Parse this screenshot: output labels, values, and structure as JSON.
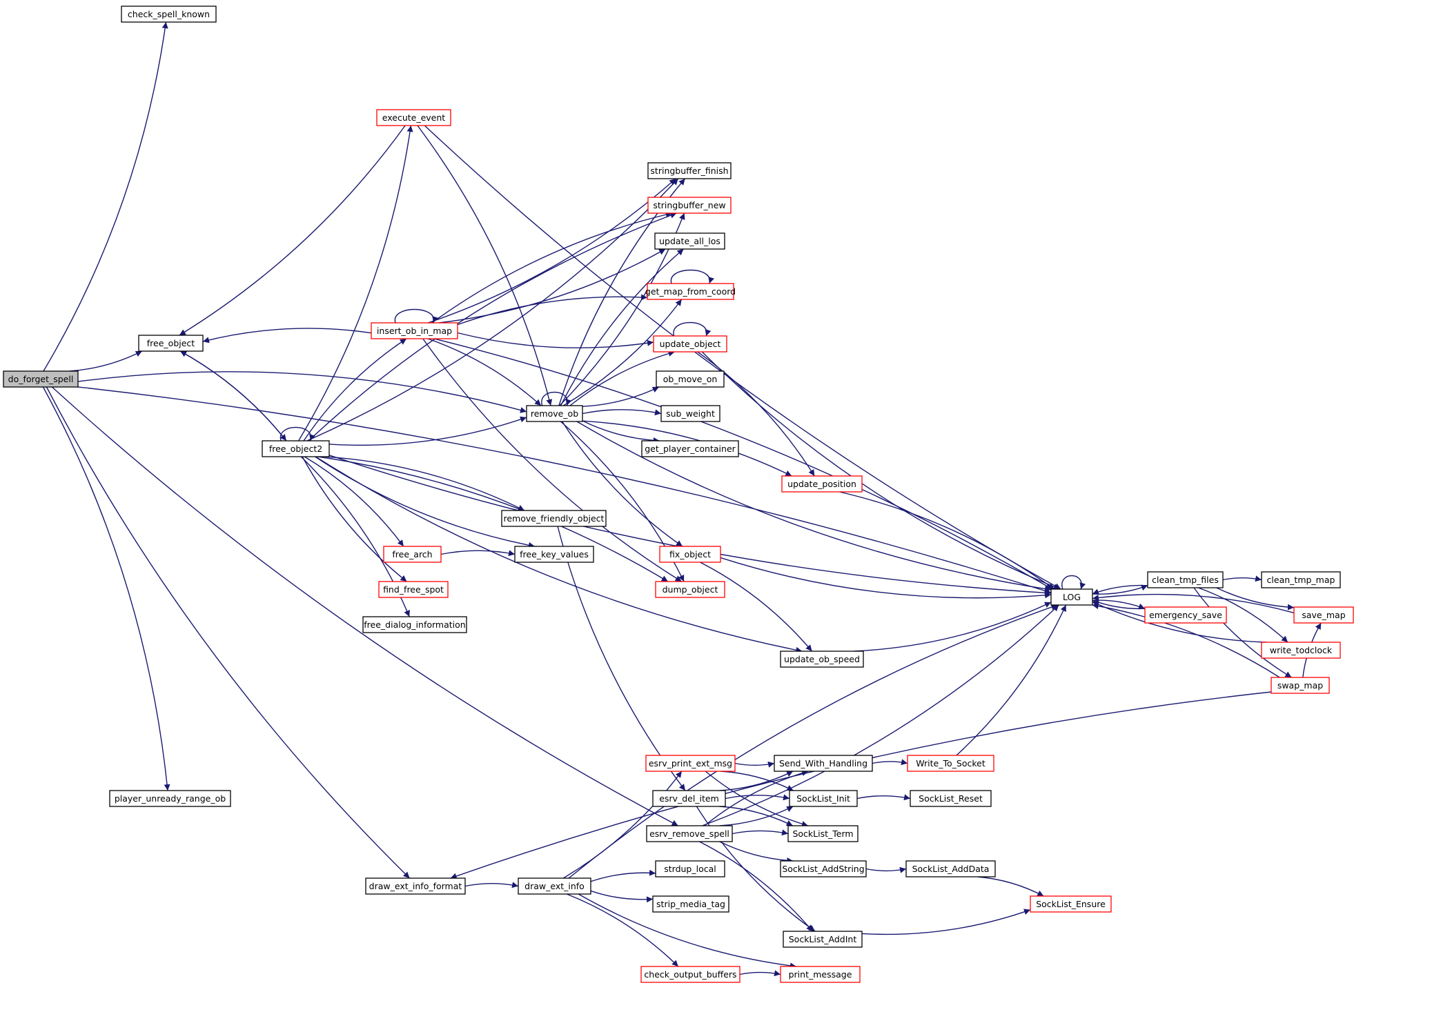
{
  "colors": {
    "edge": "#191970",
    "node_border": "#000000",
    "node_border_truncated": "#ff0000",
    "root_fill": "#bfbfbf",
    "node_fill": "#ffffff"
  },
  "nodes": {
    "do_forget_spell": {
      "label": "do_forget_spell",
      "root": true
    },
    "check_spell_known": {
      "label": "check_spell_known"
    },
    "free_object": {
      "label": "free_object"
    },
    "free_object2": {
      "label": "free_object2"
    },
    "execute_event": {
      "label": "execute_event",
      "truncated": true
    },
    "insert_ob_in_map": {
      "label": "insert_ob_in_map",
      "truncated": true
    },
    "remove_ob": {
      "label": "remove_ob"
    },
    "stringbuffer_finish": {
      "label": "stringbuffer_finish"
    },
    "stringbuffer_new": {
      "label": "stringbuffer_new",
      "truncated": true
    },
    "update_all_los": {
      "label": "update_all_los"
    },
    "get_map_from_coord": {
      "label": "get_map_from_coord",
      "truncated": true
    },
    "update_object": {
      "label": "update_object",
      "truncated": true
    },
    "ob_move_on": {
      "label": "ob_move_on"
    },
    "sub_weight": {
      "label": "sub_weight"
    },
    "get_player_container": {
      "label": "get_player_container"
    },
    "update_position": {
      "label": "update_position",
      "truncated": true
    },
    "remove_friendly_object": {
      "label": "remove_friendly_object"
    },
    "free_arch": {
      "label": "free_arch",
      "truncated": true
    },
    "free_key_values": {
      "label": "free_key_values"
    },
    "fix_object": {
      "label": "fix_object",
      "truncated": true
    },
    "find_free_spot": {
      "label": "find_free_spot",
      "truncated": true
    },
    "dump_object": {
      "label": "dump_object",
      "truncated": true
    },
    "free_dialog_information": {
      "label": "free_dialog_information"
    },
    "update_ob_speed": {
      "label": "update_ob_speed"
    },
    "LOG": {
      "label": "LOG"
    },
    "clean_tmp_files": {
      "label": "clean_tmp_files"
    },
    "clean_tmp_map": {
      "label": "clean_tmp_map"
    },
    "emergency_save": {
      "label": "emergency_save",
      "truncated": true
    },
    "save_map": {
      "label": "save_map",
      "truncated": true
    },
    "write_todclock": {
      "label": "write_todclock",
      "truncated": true
    },
    "swap_map": {
      "label": "swap_map",
      "truncated": true
    },
    "player_unready_range_ob": {
      "label": "player_unready_range_ob"
    },
    "esrv_print_ext_msg": {
      "label": "esrv_print_ext_msg",
      "truncated": true
    },
    "Send_With_Handling": {
      "label": "Send_With_Handling"
    },
    "Write_To_Socket": {
      "label": "Write_To_Socket",
      "truncated": true
    },
    "esrv_del_item": {
      "label": "esrv_del_item"
    },
    "SockList_Init": {
      "label": "SockList_Init"
    },
    "SockList_Reset": {
      "label": "SockList_Reset"
    },
    "esrv_remove_spell": {
      "label": "esrv_remove_spell"
    },
    "SockList_Term": {
      "label": "SockList_Term"
    },
    "SockList_AddString": {
      "label": "SockList_AddString"
    },
    "SockList_AddData": {
      "label": "SockList_AddData"
    },
    "draw_ext_info_format": {
      "label": "draw_ext_info_format"
    },
    "draw_ext_info": {
      "label": "draw_ext_info"
    },
    "strdup_local": {
      "label": "strdup_local"
    },
    "SockList_Ensure": {
      "label": "SockList_Ensure",
      "truncated": true
    },
    "strip_media_tag": {
      "label": "strip_media_tag"
    },
    "SockList_AddInt": {
      "label": "SockList_AddInt"
    },
    "check_output_buffers": {
      "label": "check_output_buffers",
      "truncated": true
    },
    "print_message": {
      "label": "print_message",
      "truncated": true
    }
  },
  "edges": [
    [
      "do_forget_spell",
      "check_spell_known"
    ],
    [
      "do_forget_spell",
      "LOG"
    ],
    [
      "do_forget_spell",
      "free_object"
    ],
    [
      "do_forget_spell",
      "remove_ob"
    ],
    [
      "do_forget_spell",
      "esrv_remove_spell"
    ],
    [
      "do_forget_spell",
      "player_unready_range_ob"
    ],
    [
      "do_forget_spell",
      "draw_ext_info_format"
    ],
    [
      "free_object",
      "free_object2"
    ],
    [
      "free_object2",
      "free_object"
    ],
    [
      "free_object2",
      "free_object2"
    ],
    [
      "free_object2",
      "execute_event"
    ],
    [
      "free_object2",
      "insert_ob_in_map"
    ],
    [
      "free_object2",
      "stringbuffer_finish"
    ],
    [
      "free_object2",
      "stringbuffer_new"
    ],
    [
      "free_object2",
      "remove_ob"
    ],
    [
      "free_object2",
      "remove_friendly_object"
    ],
    [
      "free_object2",
      "free_key_values"
    ],
    [
      "free_object2",
      "free_arch"
    ],
    [
      "free_object2",
      "find_free_spot"
    ],
    [
      "free_object2",
      "free_dialog_information"
    ],
    [
      "free_object2",
      "update_ob_speed"
    ],
    [
      "free_object2",
      "dump_object"
    ],
    [
      "free_object2",
      "LOG"
    ],
    [
      "execute_event",
      "free_object"
    ],
    [
      "execute_event",
      "LOG"
    ],
    [
      "execute_event",
      "remove_ob"
    ],
    [
      "insert_ob_in_map",
      "free_object"
    ],
    [
      "insert_ob_in_map",
      "insert_ob_in_map"
    ],
    [
      "insert_ob_in_map",
      "stringbuffer_finish"
    ],
    [
      "insert_ob_in_map",
      "stringbuffer_new"
    ],
    [
      "insert_ob_in_map",
      "update_all_los"
    ],
    [
      "insert_ob_in_map",
      "get_map_from_coord"
    ],
    [
      "insert_ob_in_map",
      "update_object"
    ],
    [
      "insert_ob_in_map",
      "remove_ob"
    ],
    [
      "insert_ob_in_map",
      "dump_object"
    ],
    [
      "insert_ob_in_map",
      "LOG"
    ],
    [
      "remove_ob",
      "remove_ob"
    ],
    [
      "remove_ob",
      "stringbuffer_finish"
    ],
    [
      "remove_ob",
      "stringbuffer_new"
    ],
    [
      "remove_ob",
      "update_all_los"
    ],
    [
      "remove_ob",
      "get_map_from_coord"
    ],
    [
      "remove_ob",
      "update_object"
    ],
    [
      "remove_ob",
      "ob_move_on"
    ],
    [
      "remove_ob",
      "sub_weight"
    ],
    [
      "remove_ob",
      "get_player_container"
    ],
    [
      "remove_ob",
      "update_position"
    ],
    [
      "remove_ob",
      "fix_object"
    ],
    [
      "remove_ob",
      "dump_object"
    ],
    [
      "remove_ob",
      "LOG"
    ],
    [
      "get_map_from_coord",
      "get_map_from_coord"
    ],
    [
      "update_object",
      "update_object"
    ],
    [
      "update_object",
      "update_position"
    ],
    [
      "update_object",
      "LOG"
    ],
    [
      "update_position",
      "LOG"
    ],
    [
      "remove_friendly_object",
      "esrv_del_item"
    ],
    [
      "free_arch",
      "free_key_values"
    ],
    [
      "fix_object",
      "LOG"
    ],
    [
      "fix_object",
      "update_ob_speed"
    ],
    [
      "update_ob_speed",
      "LOG"
    ],
    [
      "LOG",
      "LOG"
    ],
    [
      "LOG",
      "clean_tmp_files"
    ],
    [
      "LOG",
      "emergency_save"
    ],
    [
      "clean_tmp_files",
      "LOG"
    ],
    [
      "clean_tmp_files",
      "clean_tmp_map"
    ],
    [
      "clean_tmp_files",
      "save_map"
    ],
    [
      "clean_tmp_files",
      "write_todclock"
    ],
    [
      "clean_tmp_files",
      "swap_map"
    ],
    [
      "emergency_save",
      "LOG"
    ],
    [
      "save_map",
      "LOG"
    ],
    [
      "write_todclock",
      "LOG"
    ],
    [
      "swap_map",
      "LOG"
    ],
    [
      "swap_map",
      "save_map"
    ],
    [
      "swap_map",
      "draw_ext_info_format"
    ],
    [
      "draw_ext_info_format",
      "draw_ext_info"
    ],
    [
      "draw_ext_info",
      "esrv_print_ext_msg"
    ],
    [
      "draw_ext_info",
      "strdup_local"
    ],
    [
      "draw_ext_info",
      "strip_media_tag"
    ],
    [
      "draw_ext_info",
      "check_output_buffers"
    ],
    [
      "draw_ext_info",
      "print_message"
    ],
    [
      "draw_ext_info",
      "LOG"
    ],
    [
      "esrv_print_ext_msg",
      "Send_With_Handling"
    ],
    [
      "esrv_print_ext_msg",
      "SockList_Init"
    ],
    [
      "esrv_print_ext_msg",
      "SockList_Term"
    ],
    [
      "esrv_del_item",
      "SockList_Init"
    ],
    [
      "esrv_del_item",
      "Send_With_Handling"
    ],
    [
      "esrv_del_item",
      "SockList_Term"
    ],
    [
      "esrv_del_item",
      "SockList_AddInt"
    ],
    [
      "esrv_remove_spell",
      "Send_With_Handling"
    ],
    [
      "esrv_remove_spell",
      "SockList_Init"
    ],
    [
      "esrv_remove_spell",
      "SockList_Term"
    ],
    [
      "esrv_remove_spell",
      "SockList_AddString"
    ],
    [
      "esrv_remove_spell",
      "SockList_AddInt"
    ],
    [
      "esrv_remove_spell",
      "LOG"
    ],
    [
      "Send_With_Handling",
      "Write_To_Socket"
    ],
    [
      "Write_To_Socket",
      "LOG"
    ],
    [
      "SockList_Init",
      "SockList_Reset"
    ],
    [
      "SockList_AddString",
      "SockList_AddData"
    ],
    [
      "SockList_AddData",
      "SockList_Ensure"
    ],
    [
      "SockList_AddInt",
      "SockList_Ensure"
    ],
    [
      "check_output_buffers",
      "print_message"
    ]
  ]
}
